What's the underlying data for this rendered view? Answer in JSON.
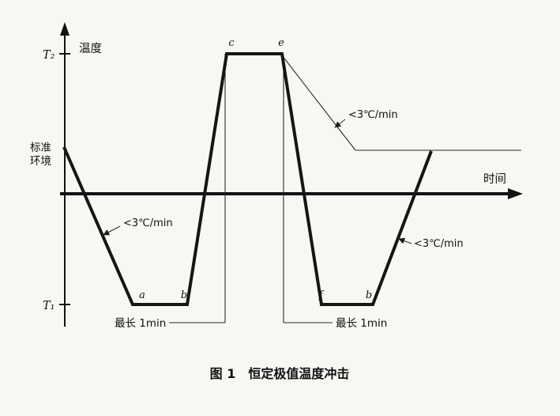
{
  "figure": {
    "caption": "图 1　恒定极值温度冲击",
    "axes": {
      "y_label": "温度",
      "x_label": "时间"
    },
    "levels": {
      "t2": "T₂",
      "t1": "T₁",
      "ambient_line1": "标准",
      "ambient_line2": "环境"
    },
    "annotations": {
      "rate": "<3℃/min",
      "max_transfer": "最长 1min"
    },
    "points": {
      "a": "a",
      "b": "b",
      "c": "c",
      "e": "e",
      "f": "f"
    },
    "profile_data": {
      "type": "temperature-time profile",
      "levels": [
        "T₂",
        "标准环境",
        "T₁"
      ],
      "sequence": [
        "标准环境",
        "T₁ 保持 (a→b)",
        "快速转换到 T₂",
        "T₂ 保持 (c→e)",
        "快速转换到 T₁",
        "T₁ 保持 (f→b)",
        "恢复到 标准环境"
      ],
      "ramp_rate_limit": "<3℃/min",
      "transfer_time_limit": "最长 1min"
    }
  }
}
